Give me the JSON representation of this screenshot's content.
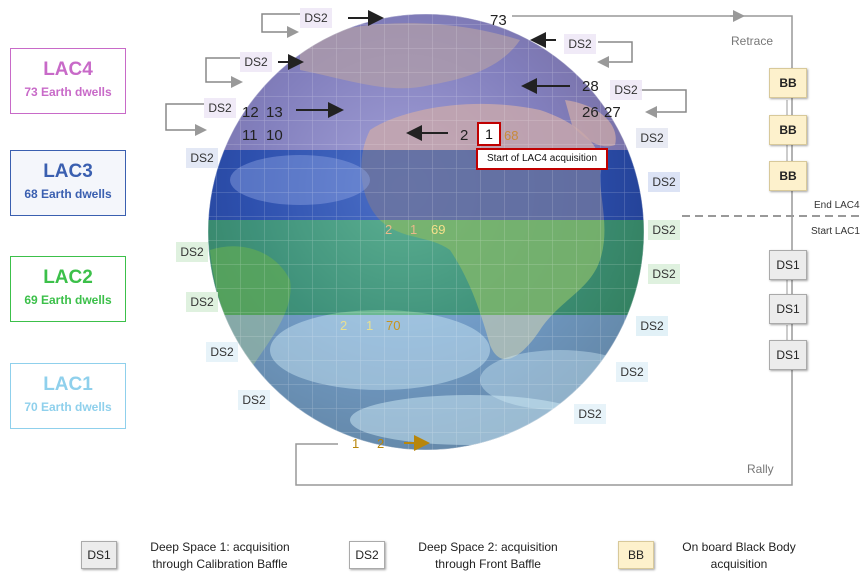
{
  "lac_boxes": [
    {
      "title": "LAC4",
      "dwells": "73 Earth dwells",
      "color": "#c86ac8"
    },
    {
      "title": "LAC3",
      "dwells": "68 Earth dwells",
      "color": "#3a5fb0"
    },
    {
      "title": "LAC2",
      "dwells": "69 Earth dwells",
      "color": "#3cc04a"
    },
    {
      "title": "LAC1",
      "dwells": "70 Earth dwells",
      "color": "#8fd0ec"
    }
  ],
  "band_colors": {
    "lac4": "#d7b4ec",
    "lac3": "#2f56c8",
    "lac2": "#4fcc6a",
    "lac1": "#a9dcf2"
  },
  "side_labels": {
    "retrace": "Retrace",
    "rally": "Rally",
    "end_lac4": "End LAC4",
    "start_lac1": "Start LAC1"
  },
  "start_label": "Start of LAC4 acquisition",
  "first_dwell": "1",
  "dwell_numbers": {
    "lac4_top": "73",
    "n12": "12",
    "n13": "13",
    "n11": "11",
    "n10": "10",
    "n28": "28",
    "n26": "26",
    "n27": "27",
    "n2_top": "2",
    "n68": "68",
    "lac3_2": "2",
    "lac3_1": "1",
    "lac3_69": "69",
    "lac2_2": "2",
    "lac2_1": "1",
    "lac2_70": "70",
    "lac1_1": "1",
    "lac1_2": "2"
  },
  "ds2_label": "DS2",
  "ds1_label": "DS1",
  "bb_label": "BB",
  "legend": [
    {
      "key": "DS1",
      "name": "Deep Space 1:",
      "desc1": " acquisition",
      "desc2": "through Calibration Baffle"
    },
    {
      "key": "DS2",
      "name": "Deep Space 2:",
      "desc1": " acquisition",
      "desc2": "through Front Baffle"
    },
    {
      "key": "BB",
      "name": "Black Body",
      "desc1_pre": "On board ",
      "desc2": "acquisition"
    }
  ]
}
